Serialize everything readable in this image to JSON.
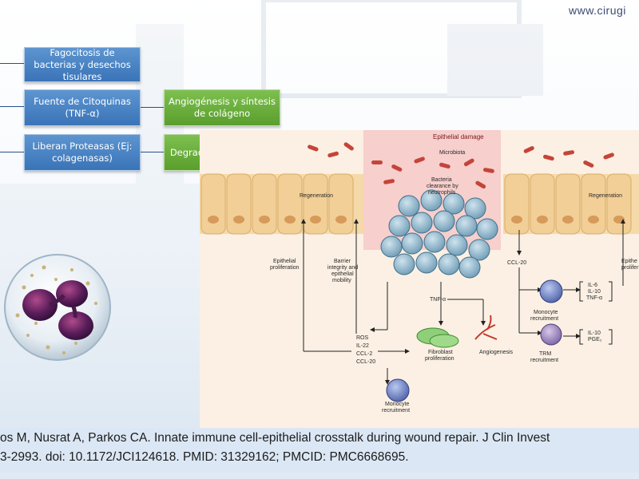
{
  "header": {
    "url": "www.cirugi"
  },
  "boxes": {
    "fagocitosis": "Fagocitosis de bacterias y desechos tisulares",
    "citoquinas": "Fuente de Citoquinas (TNF-α)",
    "proteasas": "Liberan Proteasas (Ej: colagenasas)",
    "angiogenesis": "Angiogénesis y síntesis de colágeno",
    "degradacion": "Degradación de Matriz"
  },
  "figure": {
    "epithelial_damage": "Epithelial damage",
    "microbiota": "Microbiota",
    "bacteria_clearance": [
      "Bacteria",
      "clearance by",
      "neutrophils"
    ],
    "regeneration_left": "Regeneration",
    "regeneration_right": "Regeneration",
    "epithelial_proliferation": [
      "Epithelial",
      "proliferation"
    ],
    "barrier_integrity": [
      "Barrier",
      "integrity and",
      "epithelial",
      "mobility"
    ],
    "ccl20": "CCL-20",
    "epithe_right": [
      "Epithe",
      "prolifer"
    ],
    "tnf": "TNF-α",
    "mediators": [
      "ROS",
      "IL-22",
      "CCL-2",
      "CCL-20"
    ],
    "fibroblast": [
      "Fibroblast",
      "proliferation"
    ],
    "angiogenesis": "Angiogenesis",
    "monocyte_recruitment_right": [
      "Monocyte",
      "recruitment"
    ],
    "cytokines_top": [
      "IL-6",
      "IL-10",
      "TNF-α"
    ],
    "trm_recruitment": [
      "TRM",
      "recruitment"
    ],
    "cytokines_bottom": [
      "IL-10",
      "PGE₂"
    ],
    "monocyte_recruitment_bottom": [
      "Monocyte",
      "recruitment"
    ]
  },
  "citation": {
    "line1": "os M, Nusrat A, Parkos CA. Innate immune cell-epithelial crosstalk during wound repair. J Clin Invest",
    "line2": "3-2993.  doi: 10.1172/JCI124618. PMID: 31329162;  PMCID: PMC6668695."
  }
}
